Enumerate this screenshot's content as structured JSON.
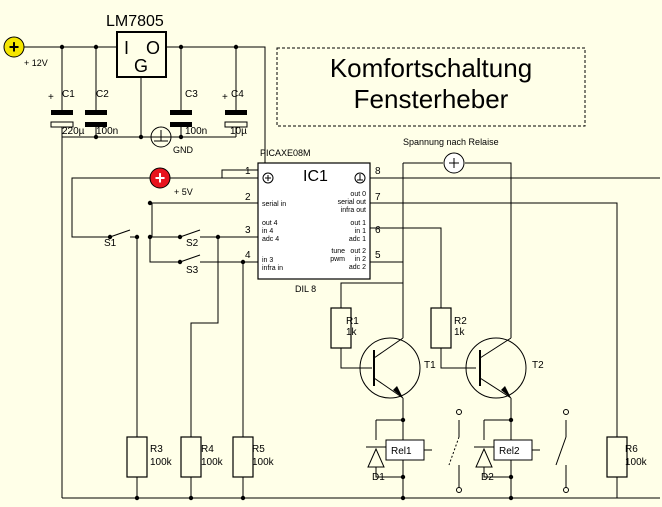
{
  "title": {
    "line1": "Komfortschaltung",
    "line2": "Fensterheber"
  },
  "regulator": {
    "name": "LM7805",
    "pin_i": "I",
    "pin_o": "O",
    "pin_g": "G"
  },
  "supply": {
    "plus12": "+ 12V",
    "plus5": "+ 5V",
    "gnd": "GND",
    "plus_glyph": "+"
  },
  "caps": [
    {
      "name": "C1",
      "value": "220µ",
      "pol": "+"
    },
    {
      "name": "C2",
      "value": "100n"
    },
    {
      "name": "C3",
      "value": "100n"
    },
    {
      "name": "C4",
      "value": "10µ",
      "pol": "+"
    }
  ],
  "ic": {
    "type": "PICAXE08M",
    "name": "IC1",
    "package": "DIL 8",
    "pins": [
      "1",
      "2",
      "3",
      "4",
      "5",
      "6",
      "7",
      "8"
    ],
    "left": [
      [
        "serial in"
      ],
      [
        "out 4",
        "in 4",
        "adc 4"
      ],
      [
        "in 3",
        "infra in"
      ]
    ],
    "right": [
      [
        "out 0",
        "serial out",
        "infra out"
      ],
      [
        "out 1",
        "in 1",
        "adc 1"
      ],
      [
        "tune",
        "pwm",
        "out 2",
        "in 2",
        "adc 2"
      ]
    ]
  },
  "switches": [
    "S1",
    "S2",
    "S3"
  ],
  "resistors": [
    {
      "name": "R1",
      "value": "1k"
    },
    {
      "name": "R2",
      "value": "1k"
    },
    {
      "name": "R3",
      "value": "100k"
    },
    {
      "name": "R4",
      "value": "100k"
    },
    {
      "name": "R5",
      "value": "100k"
    },
    {
      "name": "R6",
      "value": "100k"
    }
  ],
  "transistors": [
    "T1",
    "T2"
  ],
  "diodes": [
    "D1",
    "D2"
  ],
  "relays": [
    "Rel1",
    "Rel2"
  ],
  "relay_supply": "Spannung nach Relaise"
}
